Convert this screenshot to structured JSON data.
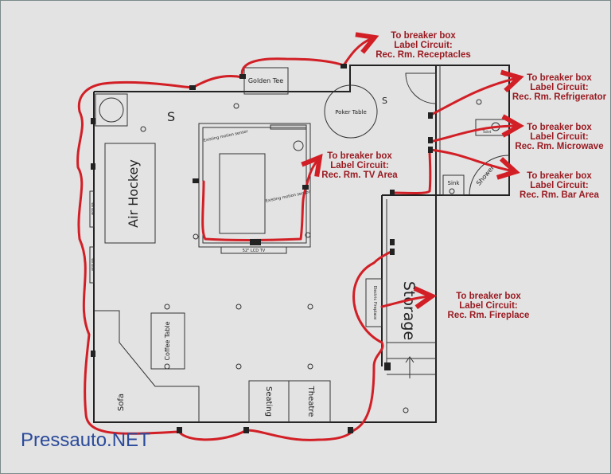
{
  "rooms": {
    "air_hockey": "Air Hockey",
    "golden_tee": "Golden Tee",
    "poker_table": "Poker Table",
    "coffee_table": "Coffee Table",
    "sofa": "Sofa",
    "theatre": "Theatre",
    "seating": "Seating",
    "storage": "Storage",
    "sink": "Sink",
    "electric_fireplace": "Electric Fireplace",
    "tv": "52\" LCD TV",
    "window": "Window",
    "toilet": "Toilet",
    "shower": "Shower",
    "existing_sensor": "Existing motion sensor"
  },
  "annotations": [
    {
      "line1": "To breaker box",
      "line2": "Label Circuit:",
      "line3": "Rec. Rm. Receptacles"
    },
    {
      "line1": "To breaker box",
      "line2": "Label Circuit:",
      "line3": "Rec. Rm. Refrigerator"
    },
    {
      "line1": "To breaker box",
      "line2": "Label Circuit:",
      "line3": "Rec. Rm. Microwave"
    },
    {
      "line1": "To breaker box",
      "line2": "Label Circuit:",
      "line3": "Rec. Rm. Bar Area"
    },
    {
      "line1": "To breaker box",
      "line2": "Label Circuit:",
      "line3": "Rec. Rm. TV Area"
    },
    {
      "line1": "To breaker box",
      "line2": "Label Circuit:",
      "line3": "Rec. Rm. Fireplace"
    }
  ],
  "watermark": "Pressauto.NET",
  "colors": {
    "wire": "#d21f26",
    "label": "#9a1b22",
    "logo": "#2a4a9a"
  }
}
